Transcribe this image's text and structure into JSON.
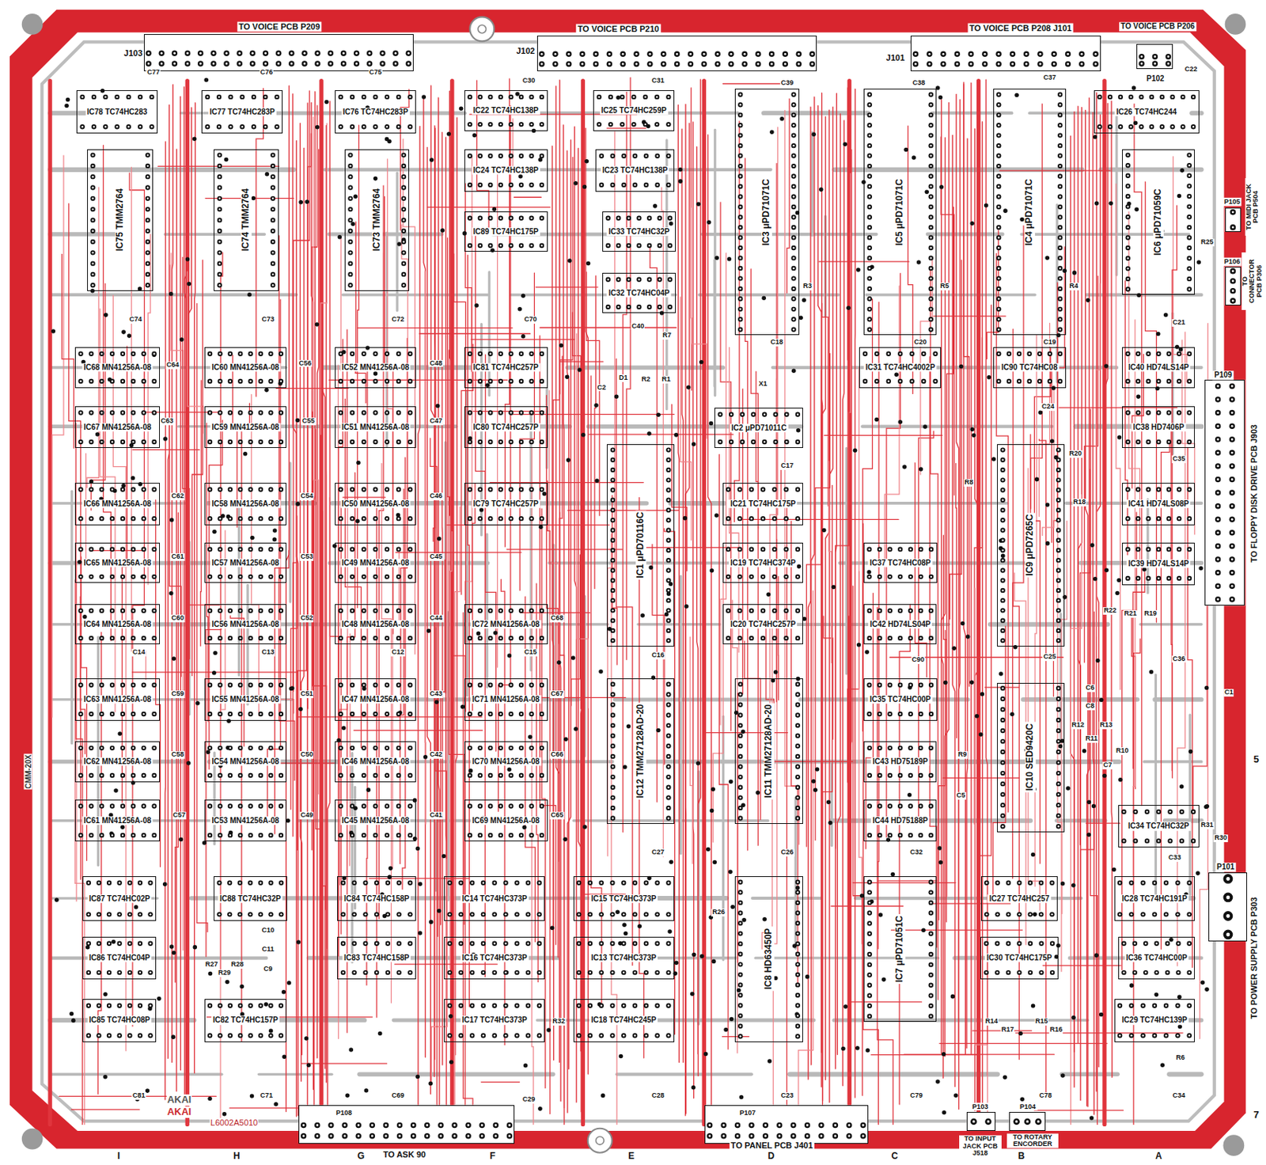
{
  "diagram": {
    "nodes": [
      {
        "text": [
          "J103",
          "TO VOICE PCB P209"
        ]
      },
      {
        "text": [
          "J102",
          "TO VOICE PCB P210"
        ]
      },
      {
        "text": [
          "J101",
          "TO VOICE PCB P208 J101"
        ]
      },
      {
        "text": [
          "P102",
          "TO VOICE PCB P206"
        ]
      },
      {
        "text": [
          "P105",
          "TO MIDI JACK PCB P504"
        ]
      },
      {
        "text": [
          "P106",
          "TO CONNECTOR PCB P306"
        ]
      },
      {
        "text": [
          "P109",
          "TO FLOPPY DISK DRIVE PCB J903"
        ]
      },
      {
        "text": [
          "P101",
          "TO POWER SUPPLY PCB P303"
        ]
      },
      {
        "text": [
          "P108",
          "TO ASK 90"
        ]
      },
      {
        "text": [
          "P107",
          "TO PANEL PCB J401"
        ]
      },
      {
        "text": [
          "P103",
          "TO INPUT JACK PCB J518"
        ]
      },
      {
        "text": [
          "P104",
          "TO ROTARY ENCORDER"
        ]
      },
      {
        "text": [
          "IC78 TC74HC283"
        ]
      },
      {
        "text": [
          "IC75 TMM2764"
        ]
      },
      {
        "text": [
          "IC77 TC74HC283P"
        ]
      },
      {
        "text": [
          "IC74 TMM2764"
        ]
      },
      {
        "text": [
          "IC76 TC74HC283P"
        ]
      },
      {
        "text": [
          "IC73 TMM2764"
        ]
      },
      {
        "text": [
          "IC22 TC74HC138P"
        ]
      },
      {
        "text": [
          "IC24 TC74HC138P"
        ]
      },
      {
        "text": [
          "IC89 TC74HC175P"
        ]
      },
      {
        "text": [
          "IC25 TC74HC259P"
        ]
      },
      {
        "text": [
          "IC23 TC74HC138P"
        ]
      },
      {
        "text": [
          "IC33 TC74HC32P"
        ]
      },
      {
        "text": [
          "IC32 TC74HC04P"
        ]
      },
      {
        "text": [
          "IC3 μPD71071C"
        ]
      },
      {
        "text": [
          "IC5 μPD71071C"
        ]
      },
      {
        "text": [
          "IC4 μPD71071C"
        ]
      },
      {
        "text": [
          "IC26 TC74HC244"
        ]
      },
      {
        "text": [
          "IC6 μPD71059C"
        ]
      },
      {
        "text": [
          "IC68 MN41256A-08"
        ]
      },
      {
        "text": [
          "IC67 MN41256A-08"
        ]
      },
      {
        "text": [
          "IC66 MN41256A-08"
        ]
      },
      {
        "text": [
          "IC65 MN41256A-08"
        ]
      },
      {
        "text": [
          "IC64 MN41256A-08"
        ]
      },
      {
        "text": [
          "IC63 MN41256A-08"
        ]
      },
      {
        "text": [
          "IC62 MN41256A-08"
        ]
      },
      {
        "text": [
          "IC61 MN41256A-08"
        ]
      },
      {
        "text": [
          "IC60 MN41256A-08"
        ]
      },
      {
        "text": [
          "IC59 MN41256A-08"
        ]
      },
      {
        "text": [
          "IC58 MN41256A-08"
        ]
      },
      {
        "text": [
          "IC57 MN41256A-08"
        ]
      },
      {
        "text": [
          "IC56 MN41256A-08"
        ]
      },
      {
        "text": [
          "IC55 MN41256A-08"
        ]
      },
      {
        "text": [
          "IC54 MN41256A-08"
        ]
      },
      {
        "text": [
          "IC53 MN41256A-08"
        ]
      },
      {
        "text": [
          "IC52 MN41256A-08"
        ]
      },
      {
        "text": [
          "IC51 MN41256A-08"
        ]
      },
      {
        "text": [
          "IC50 MN41256A-08"
        ]
      },
      {
        "text": [
          "IC49 MN41256A-08"
        ]
      },
      {
        "text": [
          "IC48 MN41256A-08"
        ]
      },
      {
        "text": [
          "IC47 MN41256A-08"
        ]
      },
      {
        "text": [
          "IC46 MN41256A-08"
        ]
      },
      {
        "text": [
          "IC45 MN41256A-08"
        ]
      },
      {
        "text": [
          "IC81 TC74HC257P"
        ]
      },
      {
        "text": [
          "IC80 TC74HC257P"
        ]
      },
      {
        "text": [
          "IC79 TC74HC257P"
        ]
      },
      {
        "text": [
          "IC72 MN41256A-08"
        ]
      },
      {
        "text": [
          "IC71 MN41256A-08"
        ]
      },
      {
        "text": [
          "IC70 MN41256A-08"
        ]
      },
      {
        "text": [
          "IC69 MN41256A-08"
        ]
      },
      {
        "text": [
          "IC1 μPD70116C"
        ]
      },
      {
        "text": [
          "IC12 TMM27128AD-20"
        ]
      },
      {
        "text": [
          "IC2 μPD71011C"
        ]
      },
      {
        "text": [
          "IC21 TC74HC175P"
        ]
      },
      {
        "text": [
          "IC19 TC74HC374P"
        ]
      },
      {
        "text": [
          "IC20 TC74HC257P"
        ]
      },
      {
        "text": [
          "IC11 TMM27128AD-20"
        ]
      },
      {
        "text": [
          "IC31 TC74HC4002P"
        ]
      },
      {
        "text": [
          "IC37 TC74HC08P"
        ]
      },
      {
        "text": [
          "IC42 HD74LS04P"
        ]
      },
      {
        "text": [
          "IC35 TC74HC00P"
        ]
      },
      {
        "text": [
          "IC43 HD75189P"
        ]
      },
      {
        "text": [
          "IC44 HD75188P"
        ]
      },
      {
        "text": [
          "IC90 TC74HC08"
        ]
      },
      {
        "text": [
          "IC9 μPD7265C"
        ]
      },
      {
        "text": [
          "IC10 SED9420C"
        ]
      },
      {
        "text": [
          "IC40 HD74LS14P"
        ]
      },
      {
        "text": [
          "IC38 HD7406P"
        ]
      },
      {
        "text": [
          "IC41 HD74LS08P"
        ]
      },
      {
        "text": [
          "IC39 HD74LS14P"
        ]
      },
      {
        "text": [
          "IC34 TC74HC32P"
        ]
      },
      {
        "text": [
          "IC87 TC74HC02P"
        ]
      },
      {
        "text": [
          "IC86 TC74HC04P"
        ]
      },
      {
        "text": [
          "IC85 TC74HC08P"
        ]
      },
      {
        "text": [
          "IC88 TC74HC32P"
        ]
      },
      {
        "text": [
          "IC82 TC74HC157P"
        ]
      },
      {
        "text": [
          "IC84 TC74HC158P"
        ]
      },
      {
        "text": [
          "IC83 TC74HC158P"
        ]
      },
      {
        "text": [
          "IC14 TC74HC373P"
        ]
      },
      {
        "text": [
          "IC16 TC74HC373P"
        ]
      },
      {
        "text": [
          "IC17 TC74HC373P"
        ]
      },
      {
        "text": [
          "IC15 TC74HC373P"
        ]
      },
      {
        "text": [
          "IC13 TC74HC373P"
        ]
      },
      {
        "text": [
          "IC18 TC74HC245P"
        ]
      },
      {
        "text": [
          "IC8 HD63450P"
        ]
      },
      {
        "text": [
          "IC7 μPD71051C"
        ]
      },
      {
        "text": [
          "IC27 TC74HC257"
        ]
      },
      {
        "text": [
          "IC30 TC74HC175P"
        ]
      },
      {
        "text": [
          "IC28 TC74HC191P"
        ]
      },
      {
        "text": [
          "IC36 TC74HC00P"
        ]
      },
      {
        "text": [
          "IC29 TC74HC139P"
        ]
      }
    ],
    "labels": [
      "C77",
      "C76",
      "C75",
      "C30",
      "C31",
      "C39",
      "C38",
      "C37",
      "C22",
      "C74",
      "C73",
      "C72",
      "C70",
      "C40",
      "R7",
      "C18",
      "C20",
      "C19",
      "C21",
      "X1",
      "C2",
      "D1",
      "R2",
      "R1",
      "C17",
      "C24",
      "R20",
      "R8",
      "R18",
      "C35",
      "R3",
      "R5",
      "R4",
      "R25",
      "C64",
      "C63",
      "C62",
      "C61",
      "C60",
      "C59",
      "C58",
      "C57",
      "C14",
      "C13",
      "C12",
      "C15",
      "C16",
      "C56",
      "C55",
      "C54",
      "C53",
      "C52",
      "C51",
      "C50",
      "C49",
      "C48",
      "C47",
      "C46",
      "C45",
      "C44",
      "C43",
      "C42",
      "C41",
      "C68",
      "C67",
      "C66",
      "C65",
      "C27",
      "C26",
      "C32",
      "C33",
      "C25",
      "C36",
      "C90",
      "C6",
      "C8",
      "R12",
      "R13",
      "R11",
      "R10",
      "C7",
      "C1",
      "R9",
      "C5",
      "R22",
      "R21",
      "R19",
      "R31",
      "R30",
      "R26",
      "R27",
      "R29",
      "R28",
      "C10",
      "C11",
      "C9",
      "R32",
      "R14",
      "R17",
      "R15",
      "R16",
      "R6",
      "C81",
      "C71",
      "C69",
      "C29",
      "C28",
      "C23",
      "C79",
      "C78",
      "C34",
      "I",
      "H",
      "G",
      "F",
      "E",
      "D",
      "C",
      "B",
      "A",
      "5",
      "7",
      "AKAI",
      "AKAI",
      "L6002A5010",
      "CMM-20X"
    ]
  }
}
